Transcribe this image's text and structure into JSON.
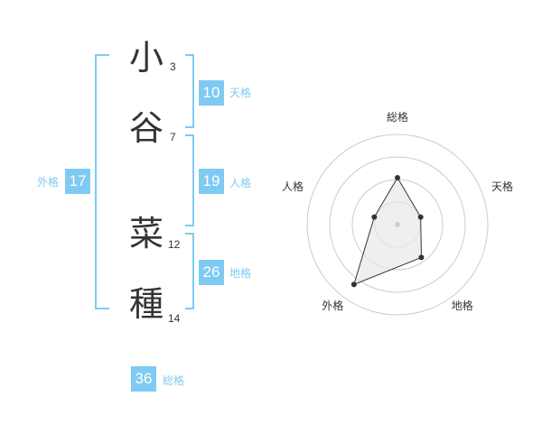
{
  "name": {
    "chars": [
      {
        "char": "小",
        "strokes": "3"
      },
      {
        "char": "谷",
        "strokes": "7"
      },
      {
        "char": "菜",
        "strokes": "12"
      },
      {
        "char": "種",
        "strokes": "14"
      }
    ]
  },
  "scores": {
    "ten": {
      "value": "10",
      "label": "天格"
    },
    "jin": {
      "value": "19",
      "label": "人格"
    },
    "chi": {
      "value": "26",
      "label": "地格"
    },
    "gai": {
      "value": "17",
      "label": "外格"
    },
    "sou": {
      "value": "36",
      "label": "総格"
    }
  },
  "chart_data": {
    "type": "radar",
    "axes": [
      "総格",
      "天格",
      "地格",
      "外格",
      "人格"
    ],
    "values": [
      0.52,
      0.27,
      0.45,
      0.82,
      0.27
    ],
    "rings": 4,
    "colors": {
      "line": "#333333",
      "fill": "#e8e8e8",
      "grid": "#cccccc",
      "center": "#cccccc"
    }
  }
}
